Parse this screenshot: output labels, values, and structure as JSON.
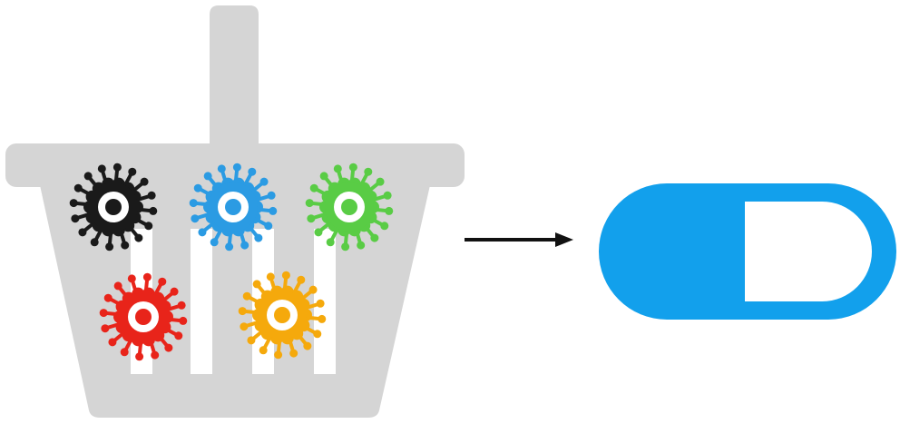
{
  "colors": {
    "background": "#ffffff",
    "basket": "#d5d5d5",
    "basket_gaps": "#ffffff",
    "arrow": "#111111",
    "capsule": "#12a0ec",
    "capsule_inner": "#ffffff"
  },
  "basket": {
    "icon": "basket-icon"
  },
  "viruses": [
    {
      "id": "black",
      "icon": "virus-icon",
      "color": "#1a1a1a"
    },
    {
      "id": "blue",
      "icon": "virus-icon",
      "color": "#2b9be3"
    },
    {
      "id": "green",
      "icon": "virus-icon",
      "color": "#59cc45"
    },
    {
      "id": "red",
      "icon": "virus-icon",
      "color": "#e8241a"
    },
    {
      "id": "orange",
      "icon": "virus-icon",
      "color": "#f5a90c"
    }
  ],
  "arrow": {
    "icon": "right-arrow-icon"
  },
  "capsule": {
    "icon": "capsule-icon"
  }
}
